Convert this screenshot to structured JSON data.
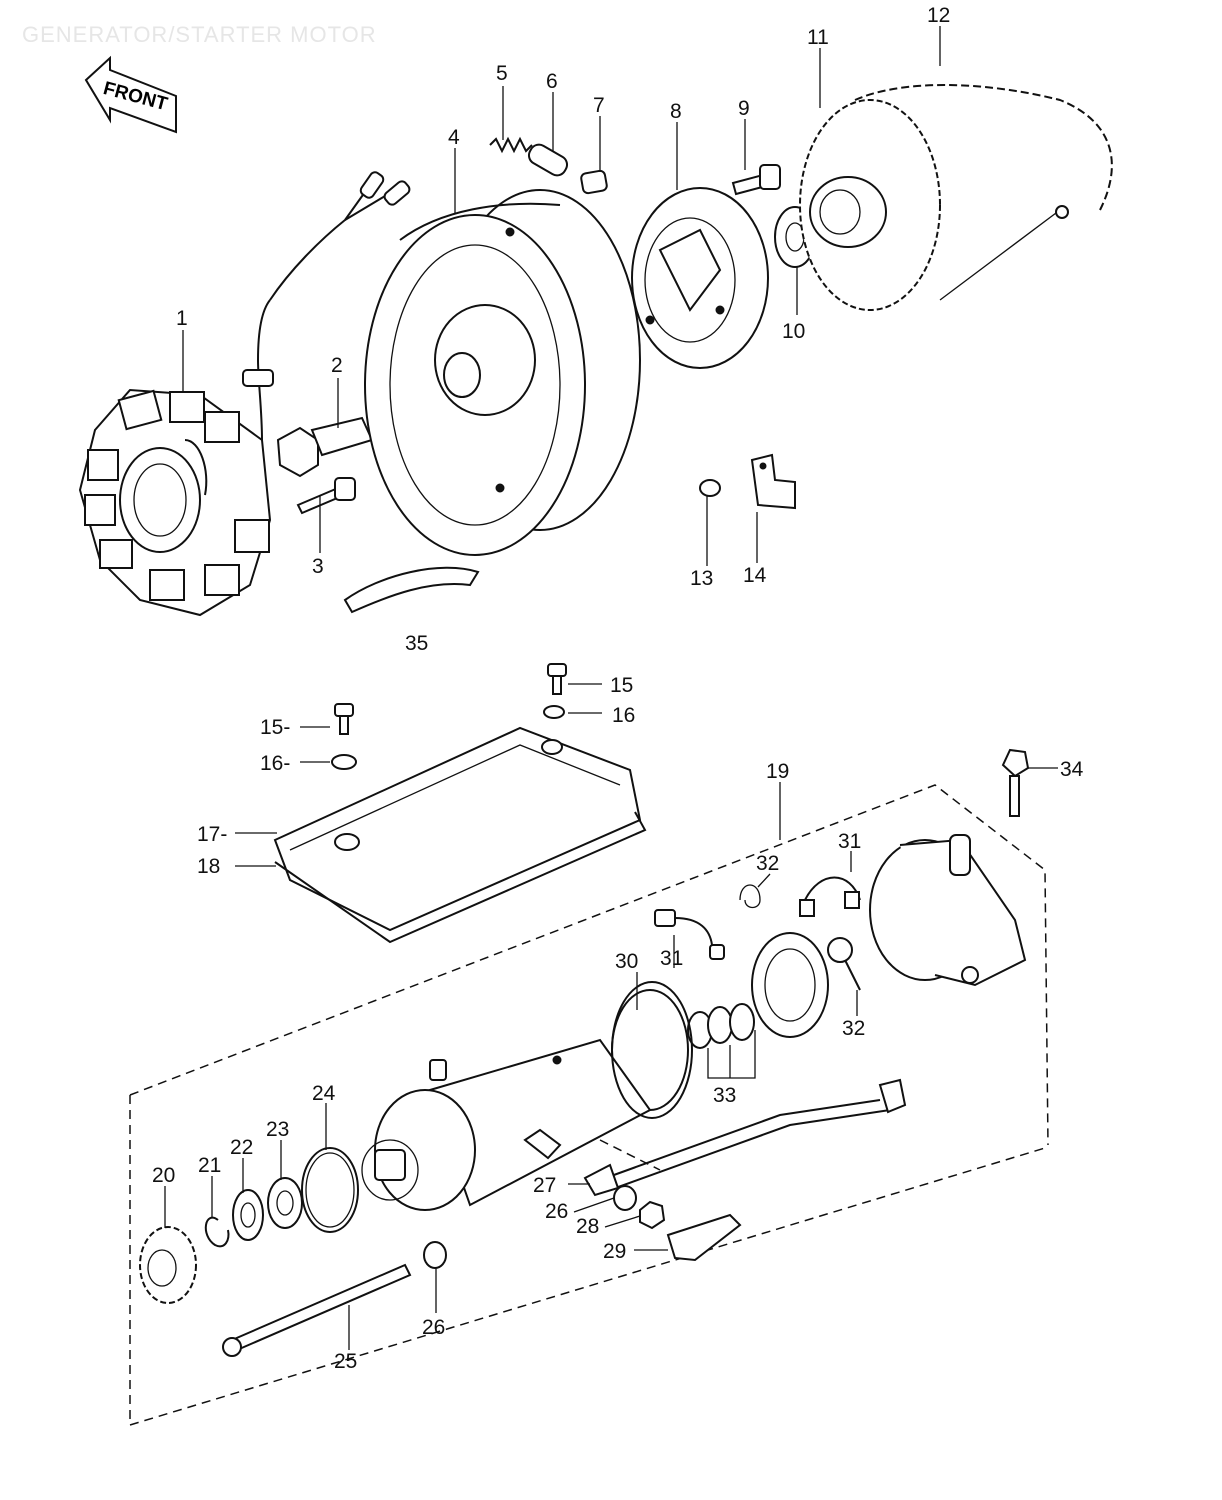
{
  "header": {
    "title": "GENERATOR/STARTER MOTOR"
  },
  "front_arrow": {
    "label": "FRONT"
  },
  "callouts": [
    {
      "id": "c1",
      "text": "1"
    },
    {
      "id": "c2",
      "text": "2"
    },
    {
      "id": "c3",
      "text": "3"
    },
    {
      "id": "c4",
      "text": "4"
    },
    {
      "id": "c5",
      "text": "5"
    },
    {
      "id": "c6",
      "text": "6"
    },
    {
      "id": "c7",
      "text": "7"
    },
    {
      "id": "c8",
      "text": "8"
    },
    {
      "id": "c9",
      "text": "9"
    },
    {
      "id": "c10",
      "text": "10"
    },
    {
      "id": "c11",
      "text": "11"
    },
    {
      "id": "c12",
      "text": "12"
    },
    {
      "id": "c13",
      "text": "13"
    },
    {
      "id": "c14",
      "text": "14"
    },
    {
      "id": "c35",
      "text": "35"
    },
    {
      "id": "c15a",
      "text": "15"
    },
    {
      "id": "c16a",
      "text": "16"
    },
    {
      "id": "c15b",
      "text": "15-"
    },
    {
      "id": "c16b",
      "text": "16-"
    },
    {
      "id": "c17",
      "text": "17-"
    },
    {
      "id": "c18",
      "text": "18"
    },
    {
      "id": "c19",
      "text": "19"
    },
    {
      "id": "c34",
      "text": "34"
    },
    {
      "id": "c31a",
      "text": "31"
    },
    {
      "id": "c32a",
      "text": "32"
    },
    {
      "id": "c30",
      "text": "30"
    },
    {
      "id": "c31b",
      "text": "31"
    },
    {
      "id": "c32b",
      "text": "32"
    },
    {
      "id": "c33",
      "text": "33"
    },
    {
      "id": "c24",
      "text": "24"
    },
    {
      "id": "c23",
      "text": "23"
    },
    {
      "id": "c22",
      "text": "22"
    },
    {
      "id": "c21",
      "text": "21"
    },
    {
      "id": "c20",
      "text": "20"
    },
    {
      "id": "c27",
      "text": "27"
    },
    {
      "id": "c26a",
      "text": "26"
    },
    {
      "id": "c28",
      "text": "28"
    },
    {
      "id": "c29",
      "text": "29"
    },
    {
      "id": "c26b",
      "text": "26"
    },
    {
      "id": "c25",
      "text": "25"
    }
  ]
}
